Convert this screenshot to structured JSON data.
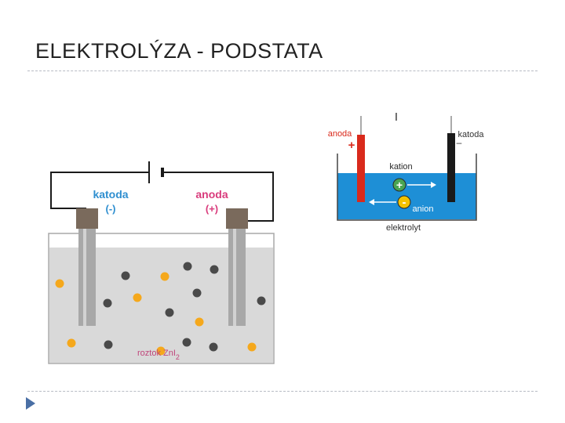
{
  "slide": {
    "title": "ELEKTROLÝZA - PODSTATA"
  },
  "left_diagram": {
    "cathode_label": "katoda",
    "cathode_sign": "(-)",
    "anode_label": "anoda",
    "anode_sign": "(+)",
    "solution_label": "roztok  ZnI",
    "solution_subscript": "2",
    "colors": {
      "cathode_text": "#2f8fd0",
      "anode_text": "#d93b7c",
      "solution_text": "#c0457a",
      "iodide_ion": "#f5a81c",
      "zinc_ion": "#4a4a4a",
      "electrolyte": "#d9d9d9",
      "electrode": "#a8a8a8",
      "clamp": "#7a6a5c"
    }
  },
  "right_diagram": {
    "current_symbol": "I",
    "anode_label": "anoda",
    "anode_sign": "+",
    "cathode_label": "katoda",
    "cathode_sign": "–",
    "cation_label": "kation",
    "cation_symbol": "+",
    "anion_label": "anion",
    "anion_symbol": "-",
    "electrolyte_label": "elektrolyt",
    "colors": {
      "electrolyte": "#1e8fd6",
      "anode_electrode": "#d92a1c",
      "cathode_electrode": "#1a1a1a",
      "cation_ion": "#4aa552",
      "anion_ion": "#f2c200"
    }
  }
}
